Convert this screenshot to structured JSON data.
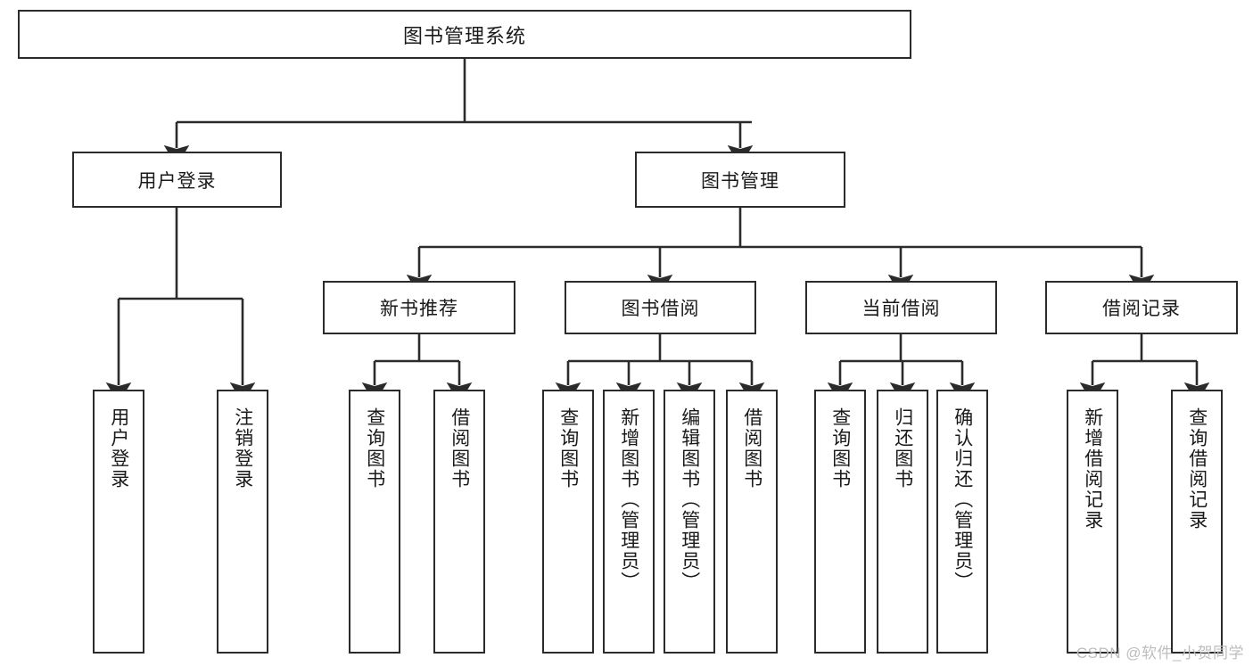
{
  "diagram": {
    "title": "图书管理系统",
    "type": "tree",
    "watermark": "CSDN @软件_小贺同学",
    "colors": {
      "stroke": "#2b2b2b",
      "fill": "#ffffff",
      "text": "#1a1a1a",
      "watermark": "#bdbdbd"
    },
    "root": {
      "label": "图书管理系统"
    },
    "level2": [
      {
        "label": "用户登录"
      },
      {
        "label": "图书管理"
      }
    ],
    "level3": [
      {
        "label": "新书推荐"
      },
      {
        "label": "图书借阅"
      },
      {
        "label": "当前借阅"
      },
      {
        "label": "借阅记录"
      }
    ],
    "leaves": {
      "user_login": [
        {
          "label": "用户登录"
        },
        {
          "label": "注销登录"
        }
      ],
      "new_book": [
        {
          "label": "查询图书"
        },
        {
          "label": "借阅图书"
        }
      ],
      "borrow": [
        {
          "label": "查询图书"
        },
        {
          "label": "新增图书（管理员）"
        },
        {
          "label": "编辑图书（管理员）"
        },
        {
          "label": "借阅图书"
        }
      ],
      "current": [
        {
          "label": "查询图书"
        },
        {
          "label": "归还图书"
        },
        {
          "label": "确认归还（管理员）"
        }
      ],
      "records": [
        {
          "label": "新增借阅记录"
        },
        {
          "label": "查询借阅记录"
        }
      ]
    }
  }
}
